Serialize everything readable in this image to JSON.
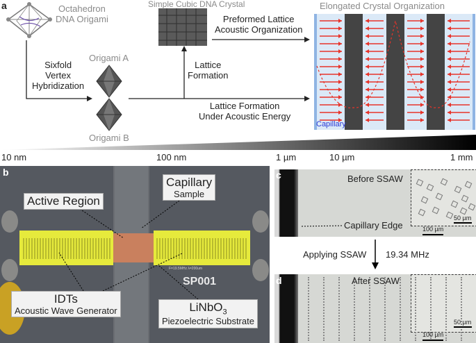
{
  "panel_a": {
    "letter": "a",
    "octahedron_label_1": "Octahedron",
    "octahedron_label_2": "DNA Origami",
    "hybridization_1": "Sixfold",
    "hybridization_2": "Vertex",
    "hybridization_3": "Hybridization",
    "origami_a": "Origami A",
    "origami_b": "Origami B",
    "simple_cubic": "Simple Cubic DNA Crystal",
    "lattice_formation_1": "Lattice",
    "lattice_formation_2": "Formation",
    "preformed_1": "Preformed Lattice",
    "preformed_2": "Acoustic Organization",
    "acoustic_1": "Lattice Formation",
    "acoustic_2": "Under Acoustic Energy",
    "elongated": "Elongated Crystal Organization",
    "capillary": "Capillary"
  },
  "scale_bar": {
    "ticks": [
      "10 nm",
      "100 nm",
      "1 µm",
      "10 µm",
      "1 mm"
    ]
  },
  "panel_b": {
    "letter": "b",
    "active_region": "Active Region",
    "capillary_title": "Capillary",
    "capillary_sub": "Sample",
    "idts_title": "IDTs",
    "idts_sub": "Acoustic Wave Generator",
    "linbo3_main": "LiNbO",
    "linbo3_sub_digit": "3",
    "linbo3_sub": "Piezoelectric Substrate",
    "device_label": "SP001",
    "device_small": "F=19.5MHz λ=200um"
  },
  "panel_c": {
    "letter": "c",
    "before": "Before SSAW",
    "capillary_edge": "Capillary Edge",
    "scale_inset": "50 µm",
    "scale_main": "100 µm"
  },
  "panel_middle": {
    "applying": "Applying SSAW",
    "frequency": "19.34 MHz"
  },
  "panel_d": {
    "letter": "d",
    "after": "After SSAW",
    "scale_inset": "50 µm",
    "scale_main": "100 µm"
  },
  "colors": {
    "arrow_red": "#e8332a",
    "capillary_blue": "#dbe9f7",
    "idt_yellow": "#e6ea3c",
    "active_orange": "#c9805e"
  }
}
